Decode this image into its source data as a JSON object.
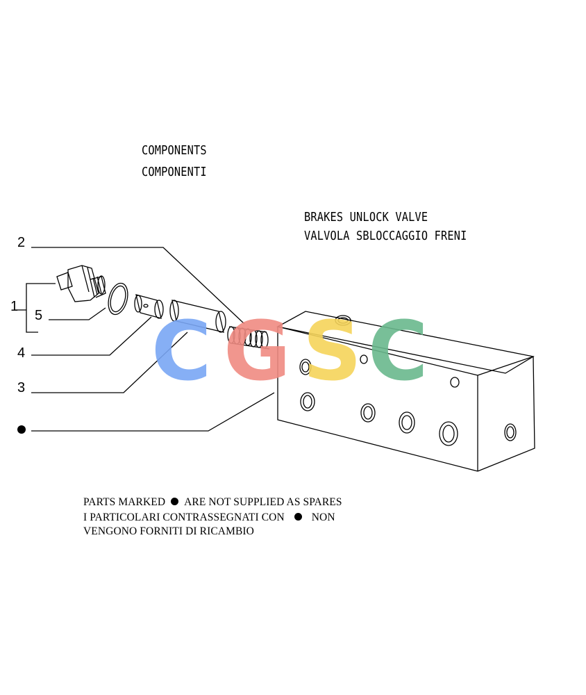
{
  "header": {
    "components_en": "COMPONENTS",
    "components_it": "COMPONENTI"
  },
  "title": {
    "en": "BRAKES UNLOCK VALVE",
    "it": "VALVOLA SBLOCCAGGIO FRENI"
  },
  "callouts": {
    "c1": "1",
    "c2": "2",
    "c3": "3",
    "c4": "4",
    "c5": "5"
  },
  "note": {
    "line1_a": "PARTS MARKED",
    "line1_b": "ARE NOT SUPPLIED AS SPARES",
    "line2_a": "I PARTICOLARI CONTRASSEGNATI CON",
    "line2_b": "NON",
    "line3": "VENGONO FORNITI DI RICAMBIO"
  },
  "watermark": {
    "letters": [
      "C",
      "G",
      "S",
      "C"
    ],
    "colors": [
      "#7aa7f5",
      "#f08b82",
      "#f6d45a",
      "#6ab98d"
    ]
  }
}
